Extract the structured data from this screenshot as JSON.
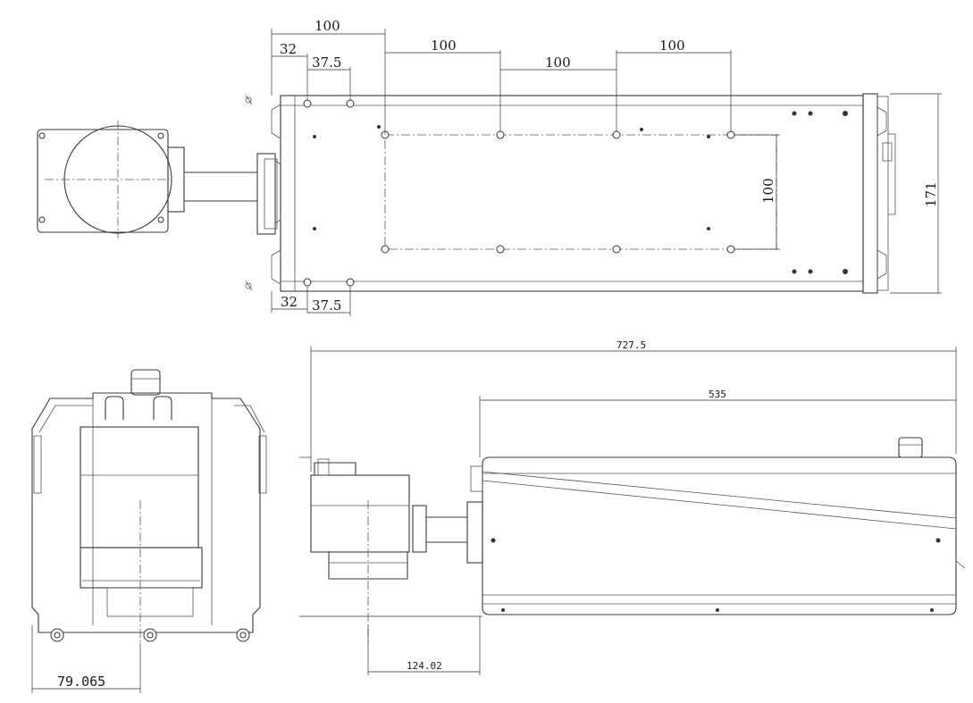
{
  "dimensions": {
    "top_100_overall": "100",
    "top_32": "32",
    "top_37_5": "37.5",
    "row_100_a": "100",
    "row_100_b": "100",
    "row_100_c": "100",
    "vertical_100": "100",
    "height_171": "171",
    "bottom_32": "32",
    "bottom_37_5": "37.5",
    "total_length": "727.5",
    "body_length": "535",
    "lens_offset": "124.02",
    "front_offset": "79.065"
  }
}
